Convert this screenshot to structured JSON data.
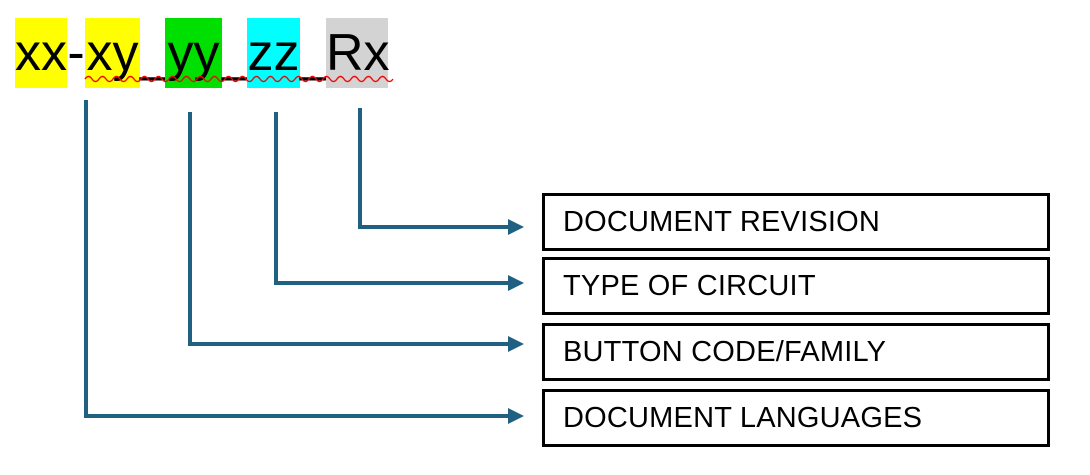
{
  "code": {
    "tokens": [
      {
        "text": "xx",
        "highlight": "#FFFF00"
      },
      {
        "text": "-",
        "highlight": "transparent"
      },
      {
        "text": "xy",
        "highlight": "#FFFF00"
      },
      {
        "text": "_",
        "highlight": "transparent"
      },
      {
        "text": "yy",
        "highlight": "#00E000"
      },
      {
        "text": "_",
        "highlight": "transparent"
      },
      {
        "text": "zz",
        "highlight": "#00FFFF"
      },
      {
        "text": "_",
        "highlight": "transparent"
      },
      {
        "text": "Rx",
        "highlight": "#D3D3D3"
      }
    ],
    "spellcheck_underline_color": "#FF0000"
  },
  "labels": [
    {
      "text": "DOCUMENT REVISION",
      "token": "Rx"
    },
    {
      "text": "TYPE OF CIRCUIT",
      "token": "zz"
    },
    {
      "text": "BUTTON CODE/FAMILY",
      "token": "yy"
    },
    {
      "text": "DOCUMENT LANGUAGES",
      "token": "xx-xy"
    }
  ],
  "colors": {
    "connector": "#206080",
    "box_border": "#000000",
    "text": "#000000",
    "background": "#FFFFFF"
  }
}
